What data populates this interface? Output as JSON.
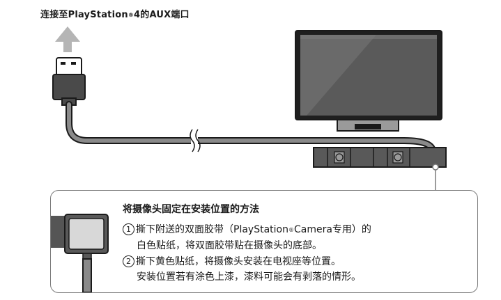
{
  "top_label": {
    "prefix": "连接至PlayStation",
    "reg": "®",
    "suffix": "4的AUX端口"
  },
  "instructions": {
    "title": "将摄像头固定在安装位置的方法",
    "steps": [
      {
        "number": "1",
        "line1_a": "撕下附送的双面胶带（PlayStation",
        "reg": "®",
        "line1_b": "Camera专用）的",
        "line2": "白色贴纸，将双面胶带贴在摄像头的底部。"
      },
      {
        "number": "2",
        "line1": "撕下黄色贴纸，将摄像头安装在电视座等位置。",
        "line2": "安装位置若有涂色上漆，漆料可能会有剥落的情形。"
      }
    ]
  },
  "colors": {
    "outline": "#1a1a1a",
    "arrow": "#b5b5b5",
    "tv_screen": "#555555",
    "cable": "#4a4a4a",
    "camera_body": "#595959",
    "box_border": "#7a7a7a"
  },
  "icons": [
    "up-arrow-icon",
    "usb-plug-icon",
    "cable-break-icon",
    "tv-icon",
    "camera-icon",
    "detail-magnifier-icon"
  ]
}
